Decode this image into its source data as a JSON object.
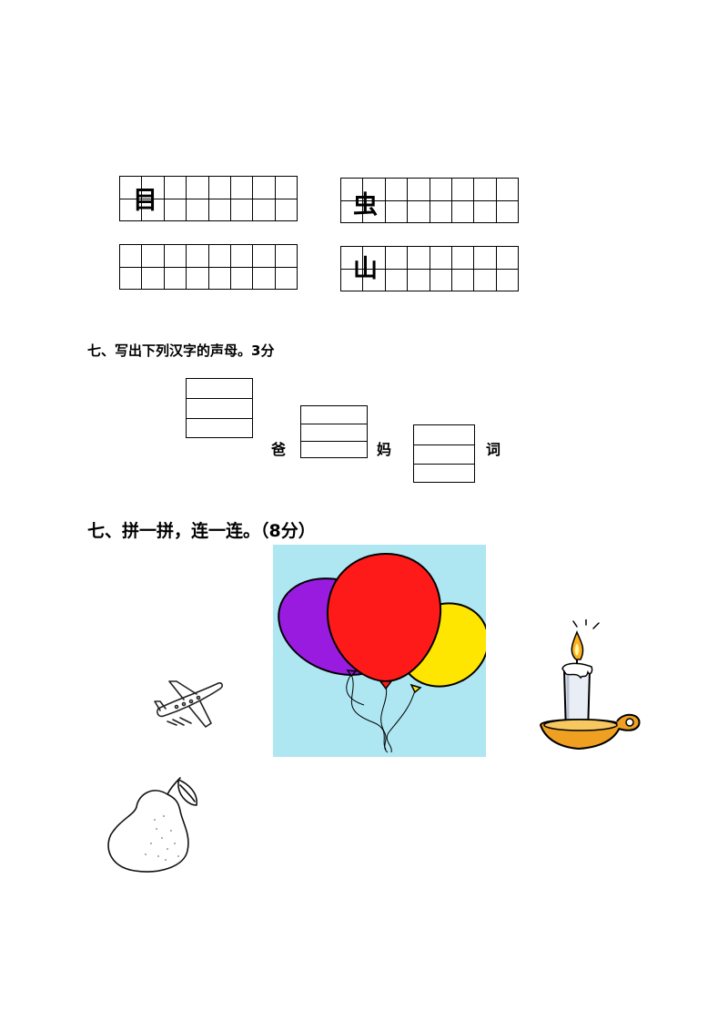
{
  "grids": [
    {
      "char": "目"
    },
    {
      "char": "虫"
    },
    {
      "char": ""
    },
    {
      "char": "山"
    }
  ],
  "section_initials": {
    "heading": "七、写出下列汉字的声母。3分",
    "characters": [
      "爸",
      "妈",
      "词"
    ]
  },
  "section_match": {
    "heading": "七、拼一拼，连一连。（8分）",
    "pictures": [
      "balloons",
      "airplane",
      "candle",
      "pear"
    ]
  },
  "colors": {
    "balloon_purple": "#9a1be0",
    "balloon_red": "#ff1a1a",
    "balloon_yellow": "#ffe600",
    "sky": "#aee6f2",
    "candle_holder": "#f0a020",
    "flame": "#ffb020"
  }
}
